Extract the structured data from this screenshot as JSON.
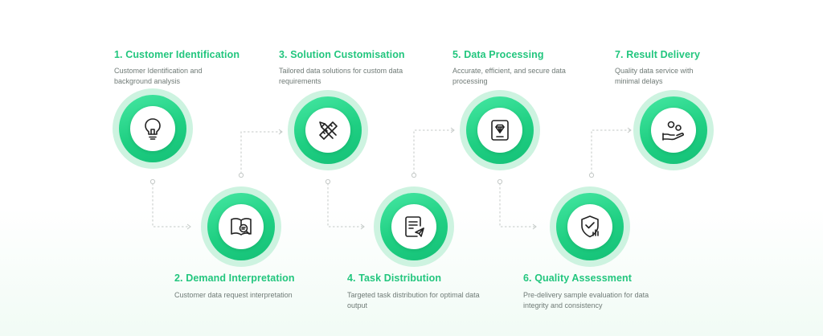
{
  "colors": {
    "accent": "#22c67e",
    "ring": "#1fcf82",
    "halo": "#cdf3e0",
    "text": "#6f7a76"
  },
  "steps": [
    {
      "title": "1. Customer Identification",
      "description": "Customer Identification and background analysis",
      "icon": "lightbulb-icon"
    },
    {
      "title": "2. Demand Interpretation",
      "description": "Customer data request interpretation",
      "icon": "book-search-icon"
    },
    {
      "title": "3. Solution Customisation",
      "description": "Tailored data solutions for custom data requirements",
      "icon": "pencil-ruler-icon"
    },
    {
      "title": "4. Task Distribution",
      "description": "Targeted task distribution for optimal data output",
      "icon": "document-send-icon"
    },
    {
      "title": "5. Data Processing",
      "description": "Accurate, efficient, and secure data processing",
      "icon": "diamond-card-icon"
    },
    {
      "title": "6. Quality Assessment",
      "description": "Pre-delivery sample evaluation for data integrity and consistency",
      "icon": "shield-chart-icon"
    },
    {
      "title": "7. Result Delivery",
      "description": "Quality data service with minimal delays",
      "icon": "hand-coins-icon"
    }
  ]
}
